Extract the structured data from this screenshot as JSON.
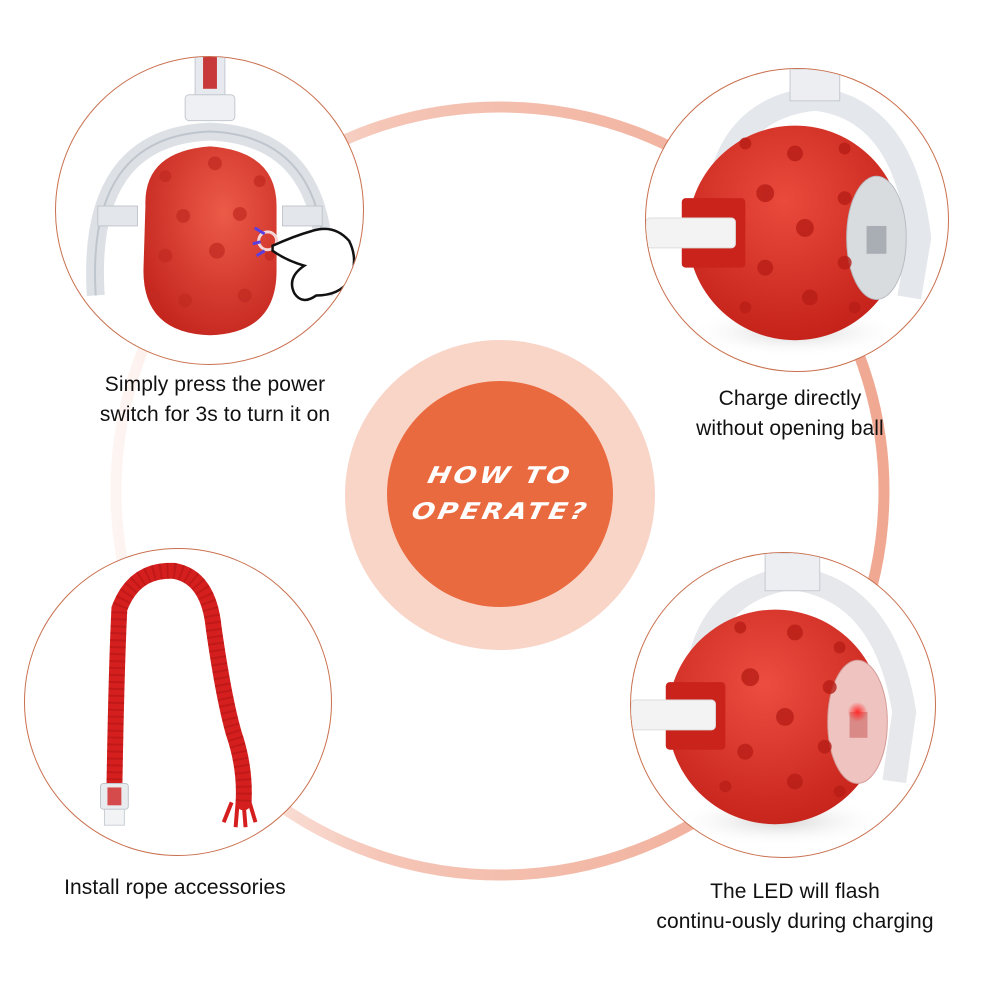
{
  "center": {
    "title_line1": "HOW TO",
    "title_line2": "OPERATE?",
    "outer_color": "#f9d5c8",
    "inner_color": "#ea6a3f"
  },
  "steps": [
    {
      "id": "power",
      "image": "red-ball-with-hand-pressing-power-switch",
      "caption_line1": "Simply press the power",
      "caption_line2": "switch for 3s to turn it on"
    },
    {
      "id": "charge",
      "image": "red-ball-with-usb-cable-plugged-in",
      "caption_line1": "Charge directly",
      "caption_line2": "without opening ball"
    },
    {
      "id": "rope",
      "image": "red-braided-rope-with-connector",
      "caption_line1": "Install rope accessories",
      "caption_line2": ""
    },
    {
      "id": "led",
      "image": "red-ball-charging-with-red-led",
      "caption_line1": "The LED will flash",
      "caption_line2": "continu-ously during charging"
    }
  ],
  "colors": {
    "ring": "#f2b2a0",
    "circle_border": "#c9704e",
    "ball_red": "#d9342b",
    "rope_red": "#d51f1f"
  }
}
